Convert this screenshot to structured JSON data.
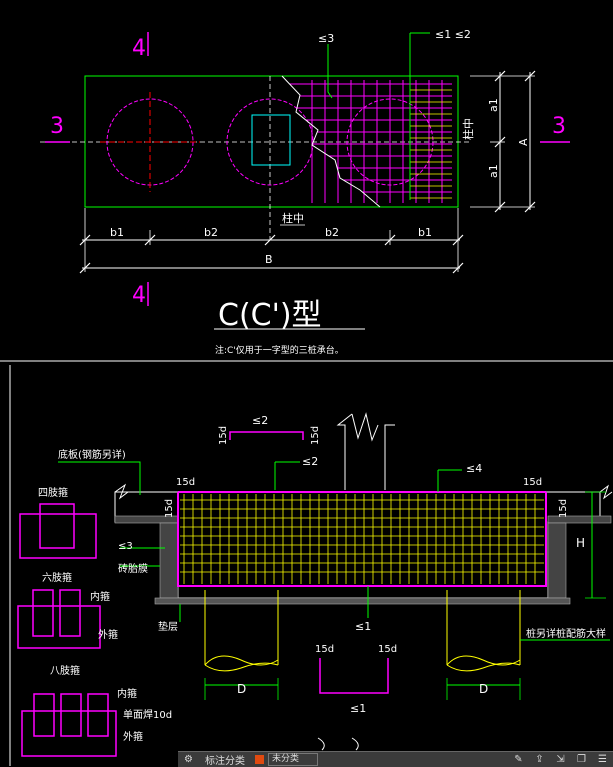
{
  "top_plan": {
    "title": "C(C')型",
    "note": "注:C'仅用于一字型的三桩承台。",
    "dim_b1_left": "b1",
    "dim_b2_left": "b2",
    "dim_b2_right": "b2",
    "dim_b1_right": "b1",
    "dim_B": "B",
    "dim_a1_top": "a1",
    "dim_a1_bottom": "a1",
    "dim_A": "A",
    "col_center_bottom": "柱中",
    "col_center_right": "柱中",
    "section_3_left": "3",
    "section_3_right": "3",
    "section_4_top": "4",
    "section_4_bottom": "4",
    "rebar_3": "≤3",
    "rebar_12": "≤1 ≤2"
  },
  "section_view": {
    "bottom_plate_label": "底板(钢筋另详)",
    "four_leg": "四肢箍",
    "six_leg": "六肢箍",
    "eight_leg": "八肢箍",
    "inner_stirrup_6": "内箍",
    "outer_stirrup_6": "外箍",
    "inner_stirrup_8": "内箍",
    "single_side_weld": "单面焊10d",
    "outer_stirrup_8": "外箍",
    "rebar_3": "≤3",
    "brick_mold": "砖胎膜",
    "cushion": "垫层",
    "bar_2_top": "≤2",
    "bar_2_mid": "≤2",
    "bar_4": "≤4",
    "bar_1": "≤1",
    "bar_1_bottom": "≤1",
    "d15_1": "15d",
    "d15_2": "15d",
    "d15_3": "15d",
    "d15_4": "15d",
    "d15_5": "15d",
    "d15_6": "15d",
    "d15_7": "15d",
    "d15_8": "15d",
    "pile_rebar_note": "桩另详桩配筋大样",
    "dim_H": "H",
    "dim_D_left": "D",
    "dim_D_right": "D"
  },
  "toolbar": {
    "label1": "标注分类",
    "label2": "未分类"
  },
  "colors": {
    "outline": "#00ff00",
    "dim": "#ffffff",
    "text": "#ffffff",
    "yellow": "#ffff00",
    "magenta": "#ff00ff",
    "red": "#ff0000",
    "cyan": "#00ffff",
    "blue_center": "#3333ff"
  }
}
